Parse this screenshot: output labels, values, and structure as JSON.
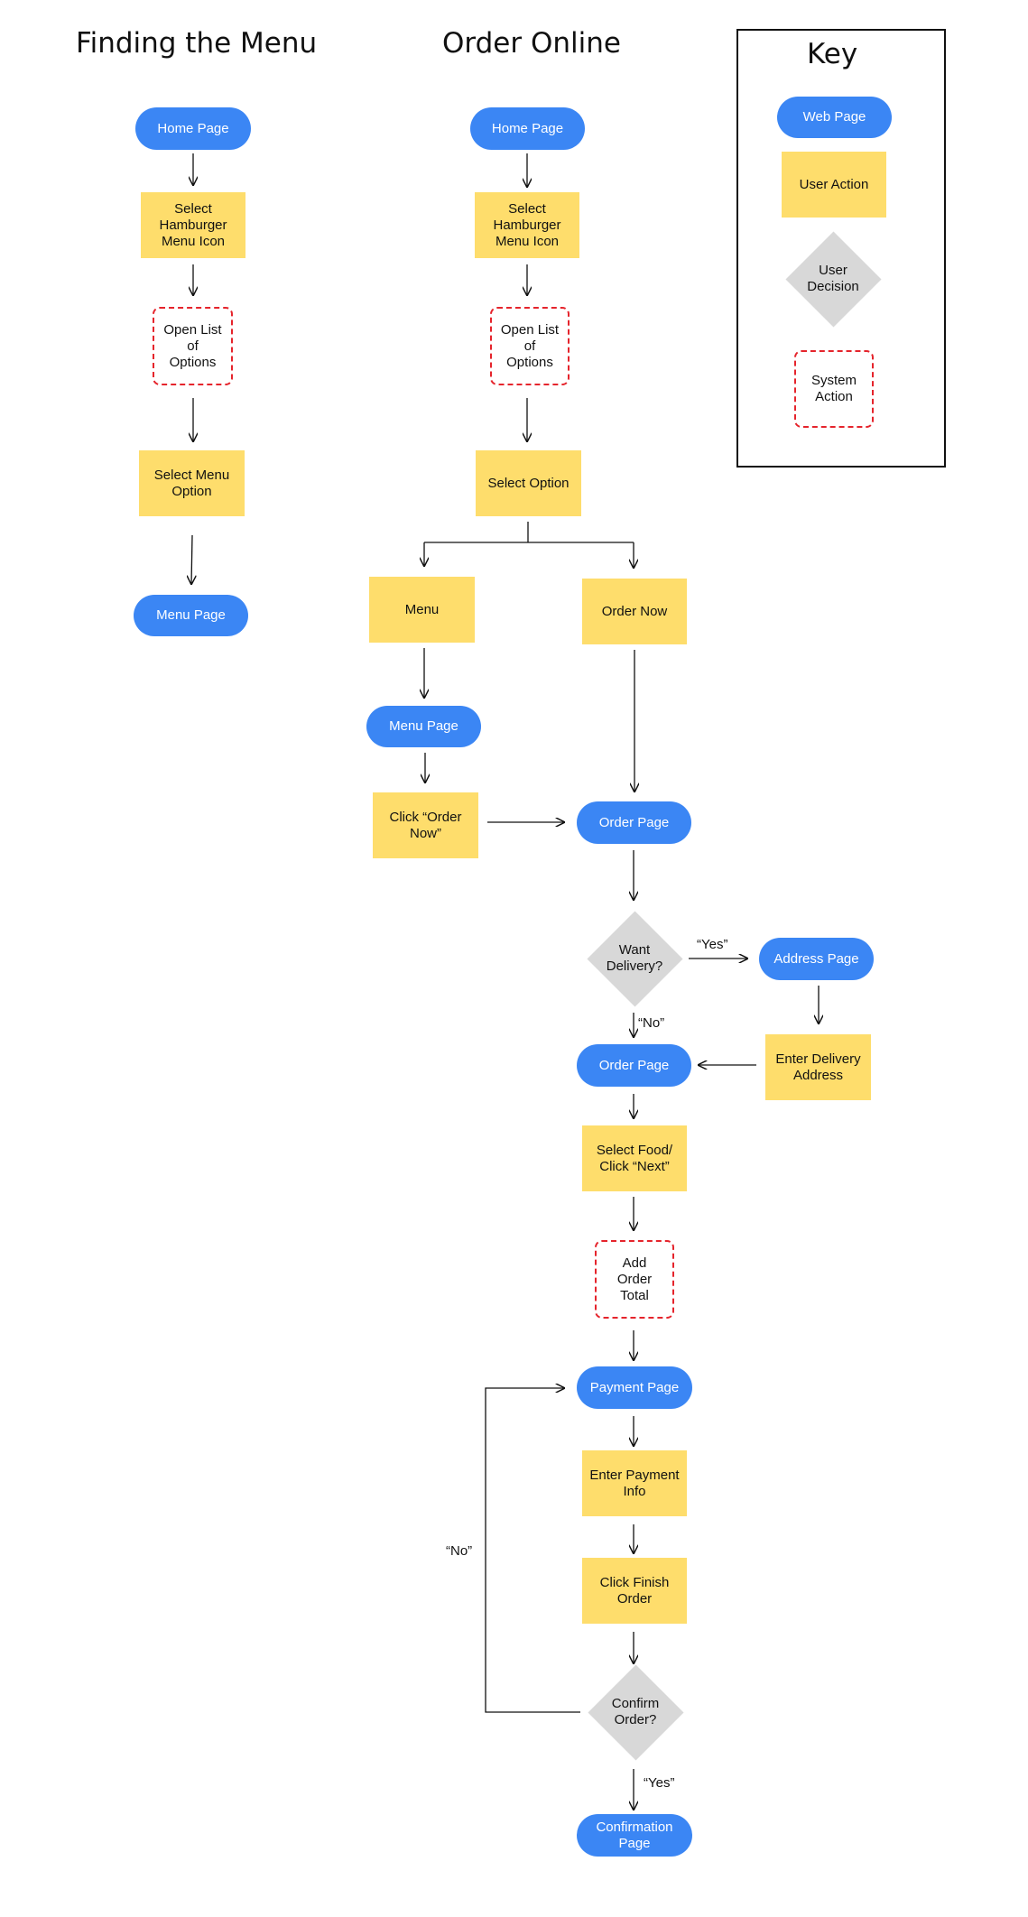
{
  "titles": {
    "left": "Finding the Menu",
    "middle": "Order Online",
    "key": "Key"
  },
  "key": {
    "web_page": "Web Page",
    "user_action": "User Action",
    "user_decision": "User\nDecision",
    "system_action": "System\nAction"
  },
  "left_flow": {
    "home_page": "Home Page",
    "select_hamburger": "Select\nHamburger\nMenu Icon",
    "open_list": "Open List\nof\nOptions",
    "select_menu_option": "Select Menu\nOption",
    "menu_page": "Menu Page"
  },
  "order_flow": {
    "home_page": "Home Page",
    "select_hamburger": "Select\nHamburger\nMenu Icon",
    "open_list": "Open List\nof\nOptions",
    "select_option": "Select Option",
    "menu": "Menu",
    "order_now": "Order Now",
    "menu_page": "Menu Page",
    "click_order_now": "Click “Order\nNow”",
    "order_page_1": "Order Page",
    "want_delivery": "Want\nDelivery?",
    "yes_1": "“Yes”",
    "no_1": "“No”",
    "address_page": "Address Page",
    "enter_delivery_address": "Enter Delivery\nAddress",
    "order_page_2": "Order Page",
    "select_food": "Select Food/\nClick “Next”",
    "add_order_total": "Add\nOrder\nTotal",
    "payment_page": "Payment Page",
    "enter_payment_info": "Enter Payment\nInfo",
    "click_finish_order": "Click Finish\nOrder",
    "confirm_order": "Confirm\nOrder?",
    "no_2": "“No”",
    "yes_2": "“Yes”",
    "confirmation_page": "Confirmation\nPage"
  },
  "colors": {
    "web_page": "#3b86f4",
    "user_action": "#fedd6c",
    "user_decision": "#d8d8d8",
    "system_action_border": "#e5242c"
  }
}
